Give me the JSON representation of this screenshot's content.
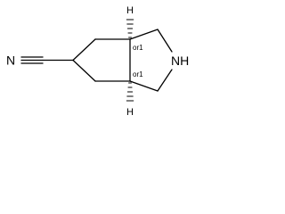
{
  "molecule": {
    "atoms": {
      "nitrile_n": "N",
      "ring_nh": "NH",
      "top_h": "H",
      "bottom_h": "H"
    },
    "stereo_labels": {
      "top": "or1",
      "bottom": "or1"
    }
  }
}
